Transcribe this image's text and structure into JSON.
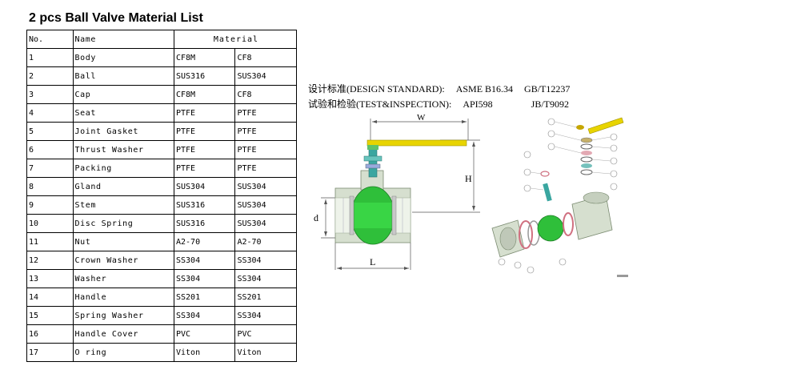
{
  "title": "2 pcs Ball Valve Material List",
  "table": {
    "headers": {
      "no": "No.",
      "name": "Name",
      "material": "Material"
    },
    "rows": [
      {
        "no": "1",
        "name": "Body",
        "m1": "CF8M",
        "m2": "CF8"
      },
      {
        "no": "2",
        "name": "Ball",
        "m1": "SUS316",
        "m2": "SUS304"
      },
      {
        "no": "3",
        "name": "Cap",
        "m1": "CF8M",
        "m2": "CF8"
      },
      {
        "no": "4",
        "name": "Seat",
        "m1": "PTFE",
        "m2": "PTFE"
      },
      {
        "no": "5",
        "name": "Joint Gasket",
        "m1": "PTFE",
        "m2": "PTFE"
      },
      {
        "no": "6",
        "name": "Thrust Washer",
        "m1": "PTFE",
        "m2": "PTFE"
      },
      {
        "no": "7",
        "name": "Packing",
        "m1": "PTFE",
        "m2": "PTFE"
      },
      {
        "no": "8",
        "name": "Gland",
        "m1": "SUS304",
        "m2": "SUS304"
      },
      {
        "no": "9",
        "name": "Stem",
        "m1": "SUS316",
        "m2": "SUS304"
      },
      {
        "no": "10",
        "name": "Disc Spring",
        "m1": "SUS316",
        "m2": "SUS304"
      },
      {
        "no": "11",
        "name": "Nut",
        "m1": "A2-70",
        "m2": "A2-70"
      },
      {
        "no": "12",
        "name": "Crown Washer",
        "m1": "SS304",
        "m2": "SS304"
      },
      {
        "no": "13",
        "name": "Washer",
        "m1": "SS304",
        "m2": "SS304"
      },
      {
        "no": "14",
        "name": "Handle",
        "m1": "SS201",
        "m2": "SS201"
      },
      {
        "no": "15",
        "name": "Spring Washer",
        "m1": "SS304",
        "m2": "SS304"
      },
      {
        "no": "16",
        "name": "Handle Cover",
        "m1": "PVC",
        "m2": "PVC"
      },
      {
        "no": "17",
        "name": "O ring",
        "m1": "Viton",
        "m2": "Viton"
      }
    ]
  },
  "standards": {
    "design_label": "设计标准(DESIGN STANDARD):",
    "design_values": [
      "ASME B16.34",
      "GB/T12237"
    ],
    "test_label": "试验和检验(TEST&INSPECTION):",
    "test_values": [
      "API598",
      "JB/T9092"
    ]
  },
  "drawing": {
    "dim_w": "W",
    "dim_h": "H",
    "dim_d": "d",
    "dim_l": "L",
    "colors": {
      "ball": "#2fbf3a",
      "body": "#d6dfcf",
      "handle": "#e8d400",
      "stem": "#3aa6a0",
      "ring": "#d07080"
    }
  }
}
